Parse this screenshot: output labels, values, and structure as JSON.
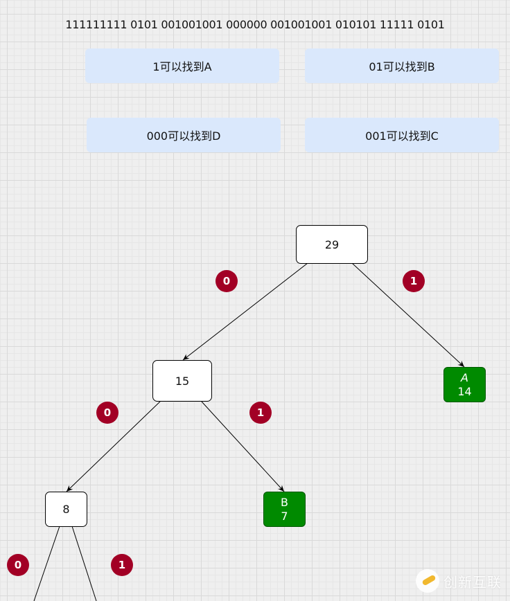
{
  "encoded_bits": "111111111 0101 001001001 000000 001001001 010101 11111 0101",
  "notes": [
    {
      "id": "a",
      "text": "1可以找到A"
    },
    {
      "id": "b",
      "text": "01可以找到B"
    },
    {
      "id": "d",
      "text": "000可以找到D"
    },
    {
      "id": "c",
      "text": "001可以找到C"
    }
  ],
  "tree": {
    "root": {
      "label": "29"
    },
    "n15": {
      "label": "15"
    },
    "n8": {
      "label": "8"
    },
    "leaf_a": {
      "name": "A",
      "weight": "14"
    },
    "leaf_b": {
      "name": "B",
      "weight": "7"
    }
  },
  "edge_labels": {
    "root_left": "0",
    "root_right": "1",
    "n15_left": "0",
    "n15_right": "1",
    "n8_left": "0",
    "n8_right": "1"
  },
  "colors": {
    "note_fill": "#dae8fc",
    "leaf_fill": "#008a00",
    "badge_fill": "#a20025"
  },
  "watermark": {
    "brand": "创新互联"
  }
}
